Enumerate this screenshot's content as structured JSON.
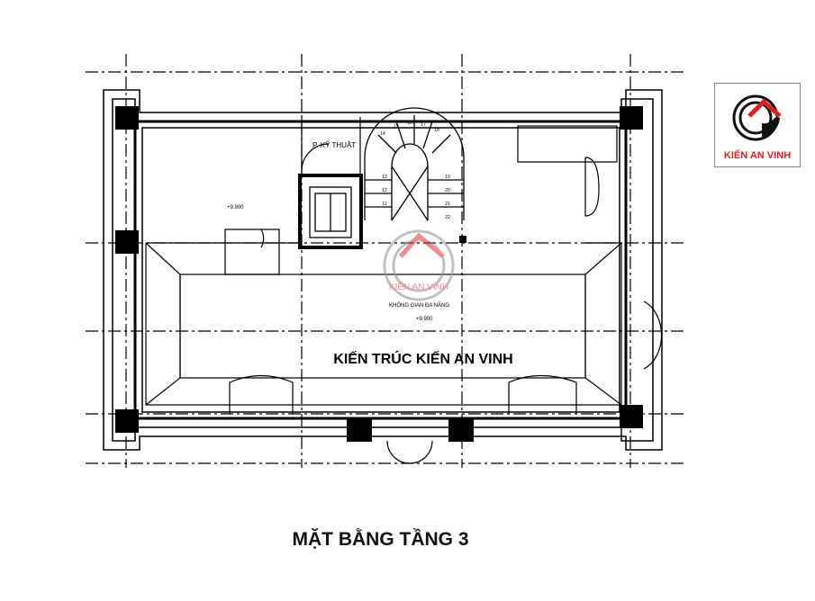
{
  "drawing": {
    "title": "MẶT BẰNG TẦNG 3",
    "main_label": "KIẾN TRÚC KIẾN AN VINH",
    "rooms": {
      "technical_room": "P. KỸ THUẬT",
      "multipurpose": "KHÔNG GIAN ĐA NĂNG"
    },
    "levels": {
      "main": "+9.900",
      "side": "+9.900"
    },
    "stair_steps": [
      "11",
      "12",
      "13",
      "14",
      "15",
      "16",
      "17",
      "18",
      "19",
      "20",
      "21",
      "22"
    ]
  },
  "logo": {
    "text": "KIẾN AN VINH",
    "colors": {
      "red": "#e02020",
      "black": "#111111"
    }
  },
  "watermark": {
    "text": "KIẾN AN VINH"
  }
}
